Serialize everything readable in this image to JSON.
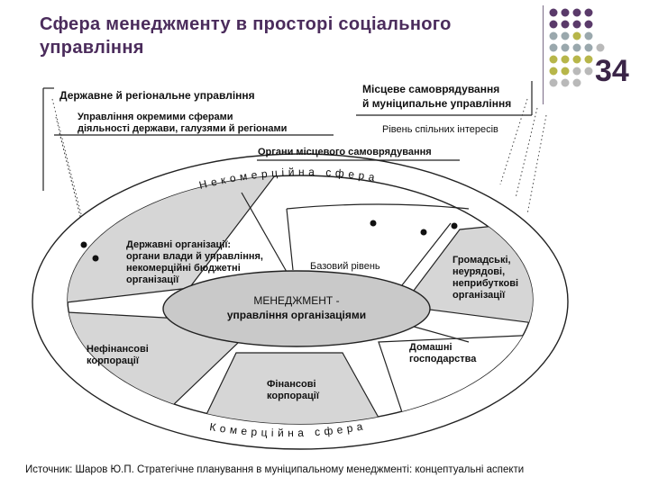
{
  "slide": {
    "title_line1": "Сфера менеджменту в просторі соціального",
    "title_line2": "управління",
    "page_number": "34",
    "source": "Источник: Шаров Ю.П. Стратегічне планування в муніципальному менеджменті: концептуальні аспекти"
  },
  "diagram": {
    "top_left_header": "Державне й регіональне управління",
    "top_right_header_1": "Місцеве самоврядування",
    "top_right_header_2": "й муніципальне управління",
    "sector_mgmt_1": "Управління окремими сферами",
    "sector_mgmt_2": "діяльності держави, галузями й регіонами",
    "common_interests": "Рівень спільних інтересів",
    "local_bodies": "Органи місцевого самоврядування",
    "noncommercial_arc": "Некомерційна сфера",
    "commercial_arc": "Комерційна сфера",
    "state_orgs": [
      "Державні організації:",
      "органи влади й управління,",
      "некомерційні бюджетні",
      "організації"
    ],
    "base_level": "Базовий рівень",
    "public_orgs": [
      "Громадські,",
      "неурядові,",
      "неприбуткові",
      "організації"
    ],
    "center": [
      "МЕНЕДЖМЕНТ -",
      "управління організаціями"
    ],
    "nonfinancial": [
      "Нефінансові",
      "корпорації"
    ],
    "households": [
      "Домашні",
      "господарства"
    ],
    "financial": [
      "Фінансові",
      "корпорації"
    ]
  },
  "colors": {
    "title": "#4b2c5c",
    "segment_fill": "#d6d6d6",
    "center_fill": "#c9c9c9",
    "dot_purple": "#5a3a6a",
    "dot_olive": "#b7b64a",
    "dot_gray": "#b9b9b9"
  }
}
